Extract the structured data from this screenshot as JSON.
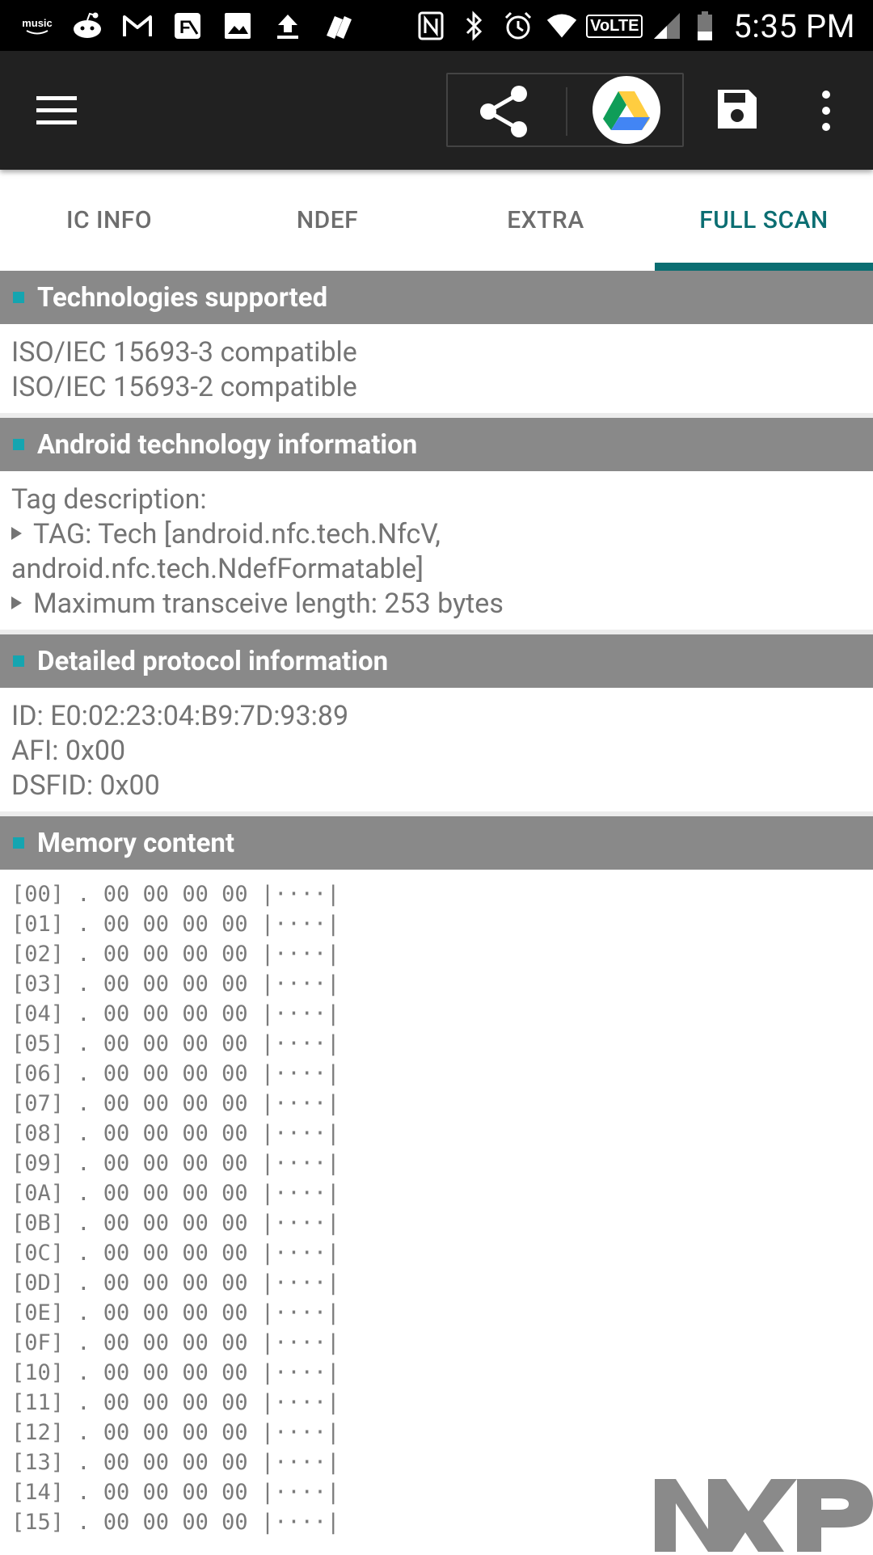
{
  "status_bar": {
    "time": "5:35 PM",
    "music_label": "music",
    "volte_label": "VoLTE",
    "left_icons": [
      "amazon-music-icon",
      "reddit-icon",
      "gmail-icon",
      "feedly-icon",
      "gallery-icon",
      "upload-icon",
      "cards-icon"
    ],
    "right_icons": [
      "nfc-icon",
      "bluetooth-icon",
      "alarm-icon",
      "wifi-icon",
      "volte-icon",
      "signal-icon",
      "battery-icon"
    ]
  },
  "toolbar": {
    "icons": [
      "menu-icon",
      "share-icon",
      "google-drive-icon",
      "save-icon",
      "more-vert-icon"
    ],
    "drive_colors": [
      "#0F9D58",
      "#FFCD40",
      "#4285F4"
    ]
  },
  "tabs": [
    {
      "label": "IC INFO",
      "active": false
    },
    {
      "label": "NDEF",
      "active": false
    },
    {
      "label": "EXTRA",
      "active": false
    },
    {
      "label": "FULL SCAN",
      "active": true
    }
  ],
  "colors": {
    "accent": "#0b6e72",
    "section_header_bg": "#898989",
    "section_marker": "#15a5b0",
    "toolbar_bg": "#212121"
  },
  "sections": {
    "technologies": {
      "title": "Technologies supported",
      "lines": [
        "ISO/IEC 15693-3 compatible",
        "ISO/IEC 15693-2 compatible"
      ]
    },
    "android": {
      "title": "Android technology information",
      "description_label": "Tag description:",
      "bullet_1_line_1": "TAG: Tech [android.nfc.tech.NfcV,",
      "bullet_1_line_2": "android.nfc.tech.NdefFormatable]",
      "bullet_2": "Maximum transceive length: 253 bytes"
    },
    "protocol": {
      "title": "Detailed protocol information",
      "lines": [
        "ID: E0:02:23:04:B9:7D:93:89",
        "AFI: 0x00",
        "DSFID: 0x00"
      ]
    },
    "memory": {
      "title": "Memory content",
      "rows": [
        "[00] . 00 00 00 00 |····|",
        "[01] . 00 00 00 00 |····|",
        "[02] . 00 00 00 00 |····|",
        "[03] . 00 00 00 00 |····|",
        "[04] . 00 00 00 00 |····|",
        "[05] . 00 00 00 00 |····|",
        "[06] . 00 00 00 00 |····|",
        "[07] . 00 00 00 00 |····|",
        "[08] . 00 00 00 00 |····|",
        "[09] . 00 00 00 00 |····|",
        "[0A] . 00 00 00 00 |····|",
        "[0B] . 00 00 00 00 |····|",
        "[0C] . 00 00 00 00 |····|",
        "[0D] . 00 00 00 00 |····|",
        "[0E] . 00 00 00 00 |····|",
        "[0F] . 00 00 00 00 |····|",
        "[10] . 00 00 00 00 |····|",
        "[11] . 00 00 00 00 |····|",
        "[12] . 00 00 00 00 |····|",
        "[13] . 00 00 00 00 |····|",
        "[14] . 00 00 00 00 |····|",
        "[15] . 00 00 00 00 |····|"
      ]
    }
  },
  "watermark": {
    "logo_text": "NXP"
  }
}
